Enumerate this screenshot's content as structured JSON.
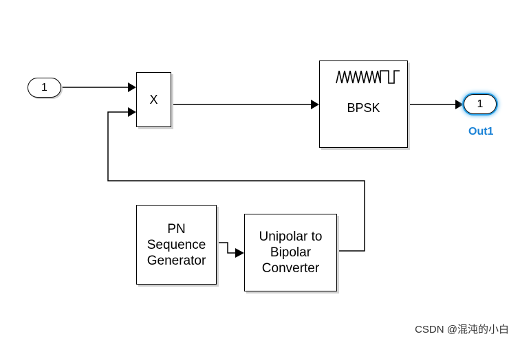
{
  "inport": {
    "number": "1"
  },
  "product": {
    "symbol": "X"
  },
  "bpsk": {
    "label": "BPSK"
  },
  "outport": {
    "number": "1",
    "name": "Out1"
  },
  "pn": {
    "line1": "PN Sequence",
    "line2": "Generator"
  },
  "converter": {
    "line1": "Unipolar to",
    "line2": "Bipolar",
    "line3": "Converter"
  },
  "watermark": "CSDN @混沌的小白",
  "colors": {
    "wire": "#000000",
    "selection": "#2aa1e8",
    "port_label": "#1a82d6"
  }
}
